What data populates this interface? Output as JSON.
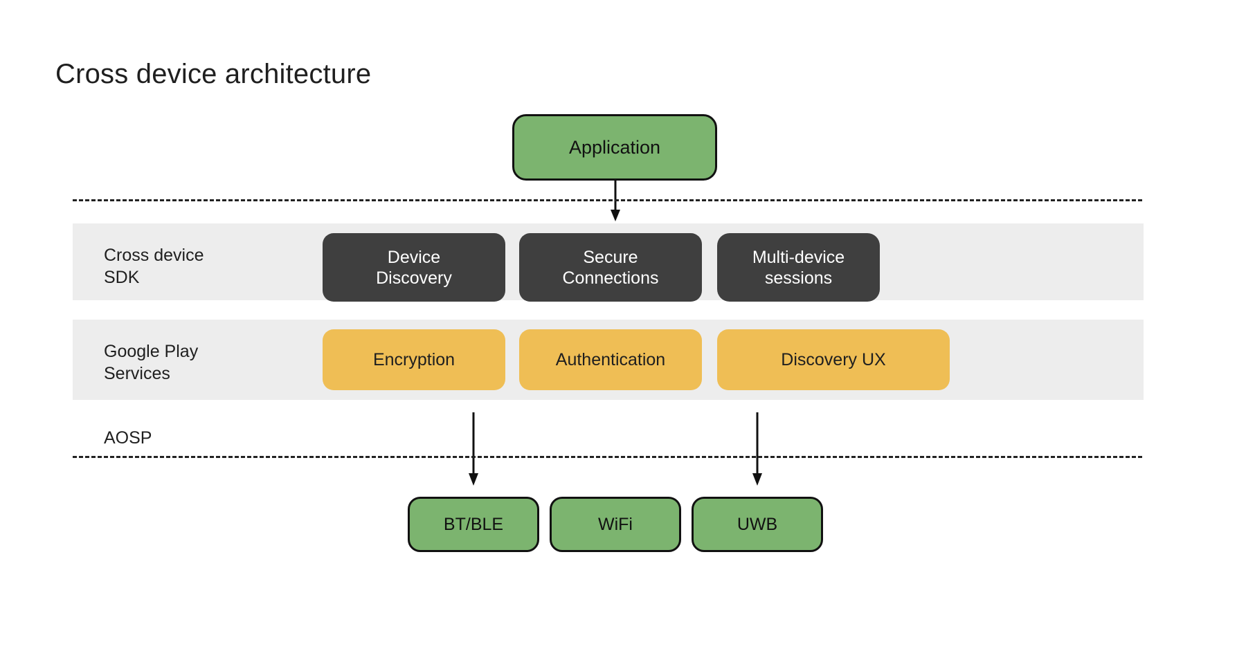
{
  "page": {
    "title": "Cross device architecture",
    "background": "#ffffff"
  },
  "colors": {
    "green": "#7cb46f",
    "dark": "#3f3f3f",
    "orange": "#efbe55",
    "band_gray": "#ededed",
    "text_dark": "#1f1f1f",
    "line": "#222222"
  },
  "diagram_data": {
    "type": "layered-architecture",
    "title": "Cross device architecture",
    "top_node": {
      "label": "Application",
      "style": "green"
    },
    "layers": [
      {
        "id": "cross-device-sdk",
        "label": "Cross device\nSDK",
        "style": "band",
        "nodes": [
          {
            "label": "Device\nDiscovery",
            "style": "dark"
          },
          {
            "label": "Secure\nConnections",
            "style": "dark"
          },
          {
            "label": "Multi-device sessions",
            "style": "dark"
          }
        ]
      },
      {
        "id": "google-play-services",
        "label": "Google Play\nServices",
        "style": "band",
        "nodes": [
          {
            "label": "Encryption",
            "style": "orange"
          },
          {
            "label": "Authentication",
            "style": "orange"
          },
          {
            "label": "Discovery UX",
            "style": "orange"
          }
        ]
      },
      {
        "id": "aosp",
        "label": "AOSP",
        "style": "plain",
        "nodes": [
          {
            "label": "BT/BLE",
            "style": "green"
          },
          {
            "label": "WiFi",
            "style": "green"
          },
          {
            "label": "UWB",
            "style": "green"
          }
        ]
      }
    ],
    "boundaries": [
      {
        "id": "app-sdk-boundary",
        "style": "dashed"
      },
      {
        "id": "aosp-transport-boundary",
        "style": "dashed"
      }
    ],
    "arrows": [
      {
        "from": "Application",
        "to": "Secure Connections",
        "direction": "down"
      },
      {
        "from": "Encryption",
        "to": "BT/BLE",
        "direction": "down"
      },
      {
        "from": "Discovery UX",
        "to": "UWB",
        "direction": "down"
      }
    ]
  },
  "nodes": {
    "application": "Application",
    "sdk_1": "Device\nDiscovery",
    "sdk_2": "Secure\nConnections",
    "sdk_3": "Multi-device sessions",
    "gps_1": "Encryption",
    "gps_2": "Authentication",
    "gps_3": "Discovery UX",
    "transport_1": "BT/BLE",
    "transport_2": "WiFi",
    "transport_3": "UWB"
  },
  "labels": {
    "sdk": "Cross device\nSDK",
    "gps": "Google Play\nServices",
    "aosp": "AOSP"
  }
}
